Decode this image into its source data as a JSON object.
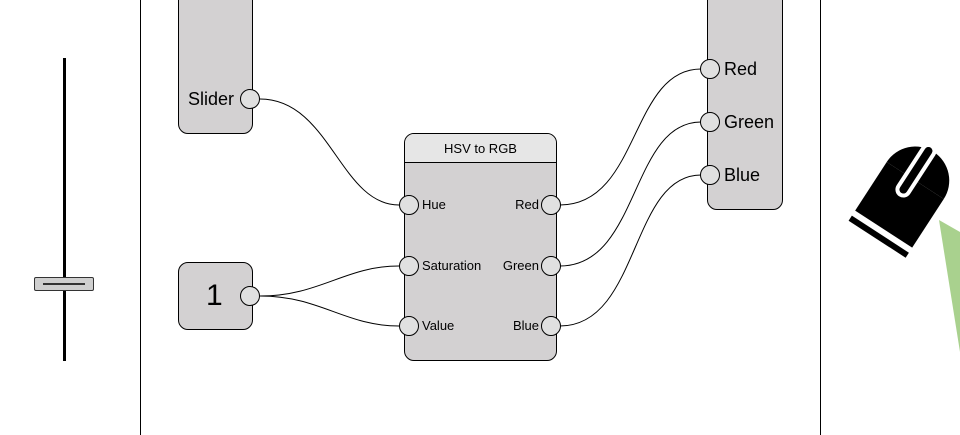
{
  "slider_node": {
    "port_label": "Slider"
  },
  "constant_node": {
    "value": "1"
  },
  "hsv_node": {
    "title": "HSV to RGB",
    "inputs": [
      "Hue",
      "Saturation",
      "Value"
    ],
    "outputs": [
      "Red",
      "Green",
      "Blue"
    ]
  },
  "output_node": {
    "ports": [
      "Red",
      "Green",
      "Blue"
    ]
  },
  "colors": {
    "node_fill": "#d3d1d2",
    "header_fill": "#e6e6e6",
    "port_fill": "#e0e0e0",
    "light_beam": "#a9d18e",
    "lamp": "#000000"
  },
  "icons": {
    "left_control": "vertical-slider-icon",
    "right_display": "lamp-light-icon"
  }
}
